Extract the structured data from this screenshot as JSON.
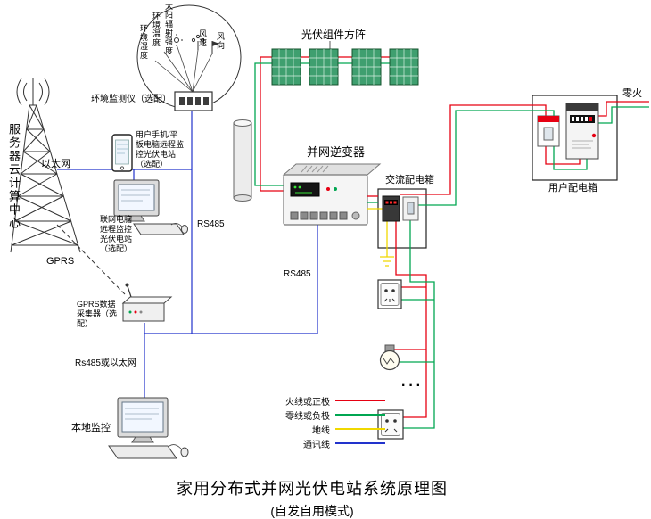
{
  "title": {
    "main": "家用分布式并网光伏电站系统原理图",
    "sub": "(自发自用模式)"
  },
  "labels": {
    "server_center": "服务器云计算中心",
    "ethernet": "以太网",
    "gprs": "GPRS",
    "env_monitor": "环境监测仪（选配）",
    "pv_array": "光伏组件方阵",
    "phone_note": "用户手机/平板电脑远程监控光伏电站（选配）",
    "pc_note": "联网电脑远程监控光伏电站（选配）",
    "gprs_collector": "GPRS数据采集器（选配）",
    "rs485_or_ethernet": "Rs485或以太网",
    "local_monitor": "本地监控",
    "rs485_env": "RS485",
    "rs485_inverter": "RS485",
    "inverter": "并网逆变器",
    "ac_box": "交流配电箱",
    "user_box": "用户配电箱",
    "neutral_live": "零火",
    "more_loads": "···"
  },
  "sensors": [
    "太阳辐射强度",
    "环境温度",
    "环境湿度",
    "风速",
    "风向"
  ],
  "legend": [
    {
      "label": "火线或正极",
      "color": "#e60012"
    },
    {
      "label": "零线或负极",
      "color": "#00a651"
    },
    {
      "label": "地线",
      "color": "#f0d800"
    },
    {
      "label": "通讯线",
      "color": "#2233cc"
    }
  ],
  "colors": {
    "live": "#e60012",
    "neutral": "#00a651",
    "ground": "#f0d800",
    "comm": "#2233cc"
  }
}
